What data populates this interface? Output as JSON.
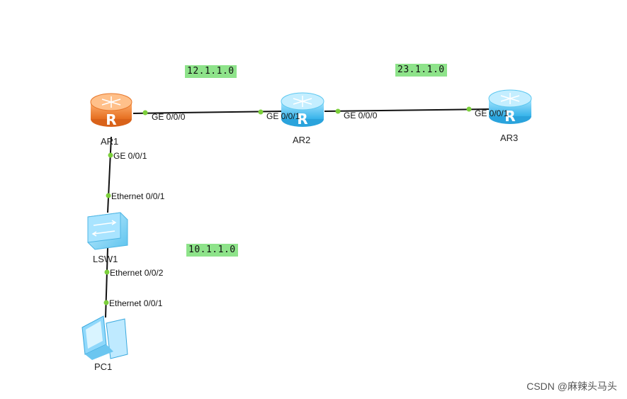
{
  "devices": {
    "ar1": {
      "label": "AR1"
    },
    "ar2": {
      "label": "AR2"
    },
    "ar3": {
      "label": "AR3"
    },
    "lsw1": {
      "label": "LSW1"
    },
    "pc1": {
      "label": "PC1"
    }
  },
  "ports": {
    "ar1_ge000": "GE 0/0/0",
    "ar1_ge001": "GE 0/0/1",
    "ar2_ge001": "GE 0/0/1",
    "ar2_ge000": "GE 0/0/0",
    "ar3_ge001": "GE 0/0/1",
    "lsw1_eth001": "Ethernet 0/0/1",
    "lsw1_eth002": "Ethernet 0/0/2",
    "pc1_eth001": "Ethernet 0/0/1"
  },
  "subnets": {
    "ar1_ar2": "12.1.1.0",
    "ar2_ar3": "23.1.1.0",
    "lan": "10.1.1.0"
  },
  "watermark": "CSDN @麻辣头马头",
  "colors": {
    "link": "#111111",
    "port_dot": "#7ccf3b",
    "subnet_bg": "#8ee38a",
    "router_orange": "#f08a3a",
    "router_blue": "#5ec8f0"
  }
}
